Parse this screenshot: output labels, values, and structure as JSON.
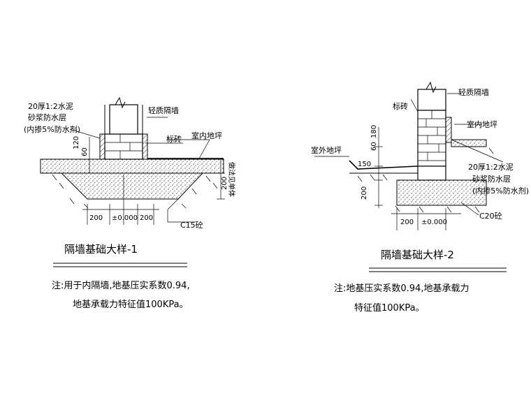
{
  "detail1": {
    "title": "隔墙基础大样-1",
    "labels": {
      "mortar_line1": "20厚1:2水泥",
      "mortar_line2": "砂浆防水层",
      "mortar_line3": "(内掺5%防水剂)",
      "light_wall": "轻质隔墙",
      "brick": "标砖",
      "indoor_floor": "室内地坪",
      "floor_note": "做法见单体",
      "concrete": "C15砼"
    },
    "dims": {
      "d120": "120",
      "d60": "60",
      "d200_right": "200",
      "w200_left": "200",
      "level": "±0.000",
      "w200_right": "200"
    },
    "note_line1": "注:用于内隔墙,地基压实系数0.94,",
    "note_line2": "地基承载力特征值100KPa。"
  },
  "detail2": {
    "title": "隔墙基础大样-2",
    "labels": {
      "light_wall": "轻质隔墙",
      "brick": "标砖",
      "indoor_floor": "室内地坪",
      "outdoor_floor": "室外地坪",
      "mortar_line1": "20厚1:2水泥",
      "mortar_line2": "砂浆防水层",
      "mortar_line3": "(内掺5%防水剂)",
      "concrete": "C20砼"
    },
    "dims": {
      "d60": "60",
      "d180": "180",
      "d150": "150",
      "d200_left": "200",
      "w200_left": "200",
      "level": "±0.000"
    },
    "note_line1": "注:地基压实系数0.94,地基承载力",
    "note_line2": "特征值100KPa。"
  }
}
